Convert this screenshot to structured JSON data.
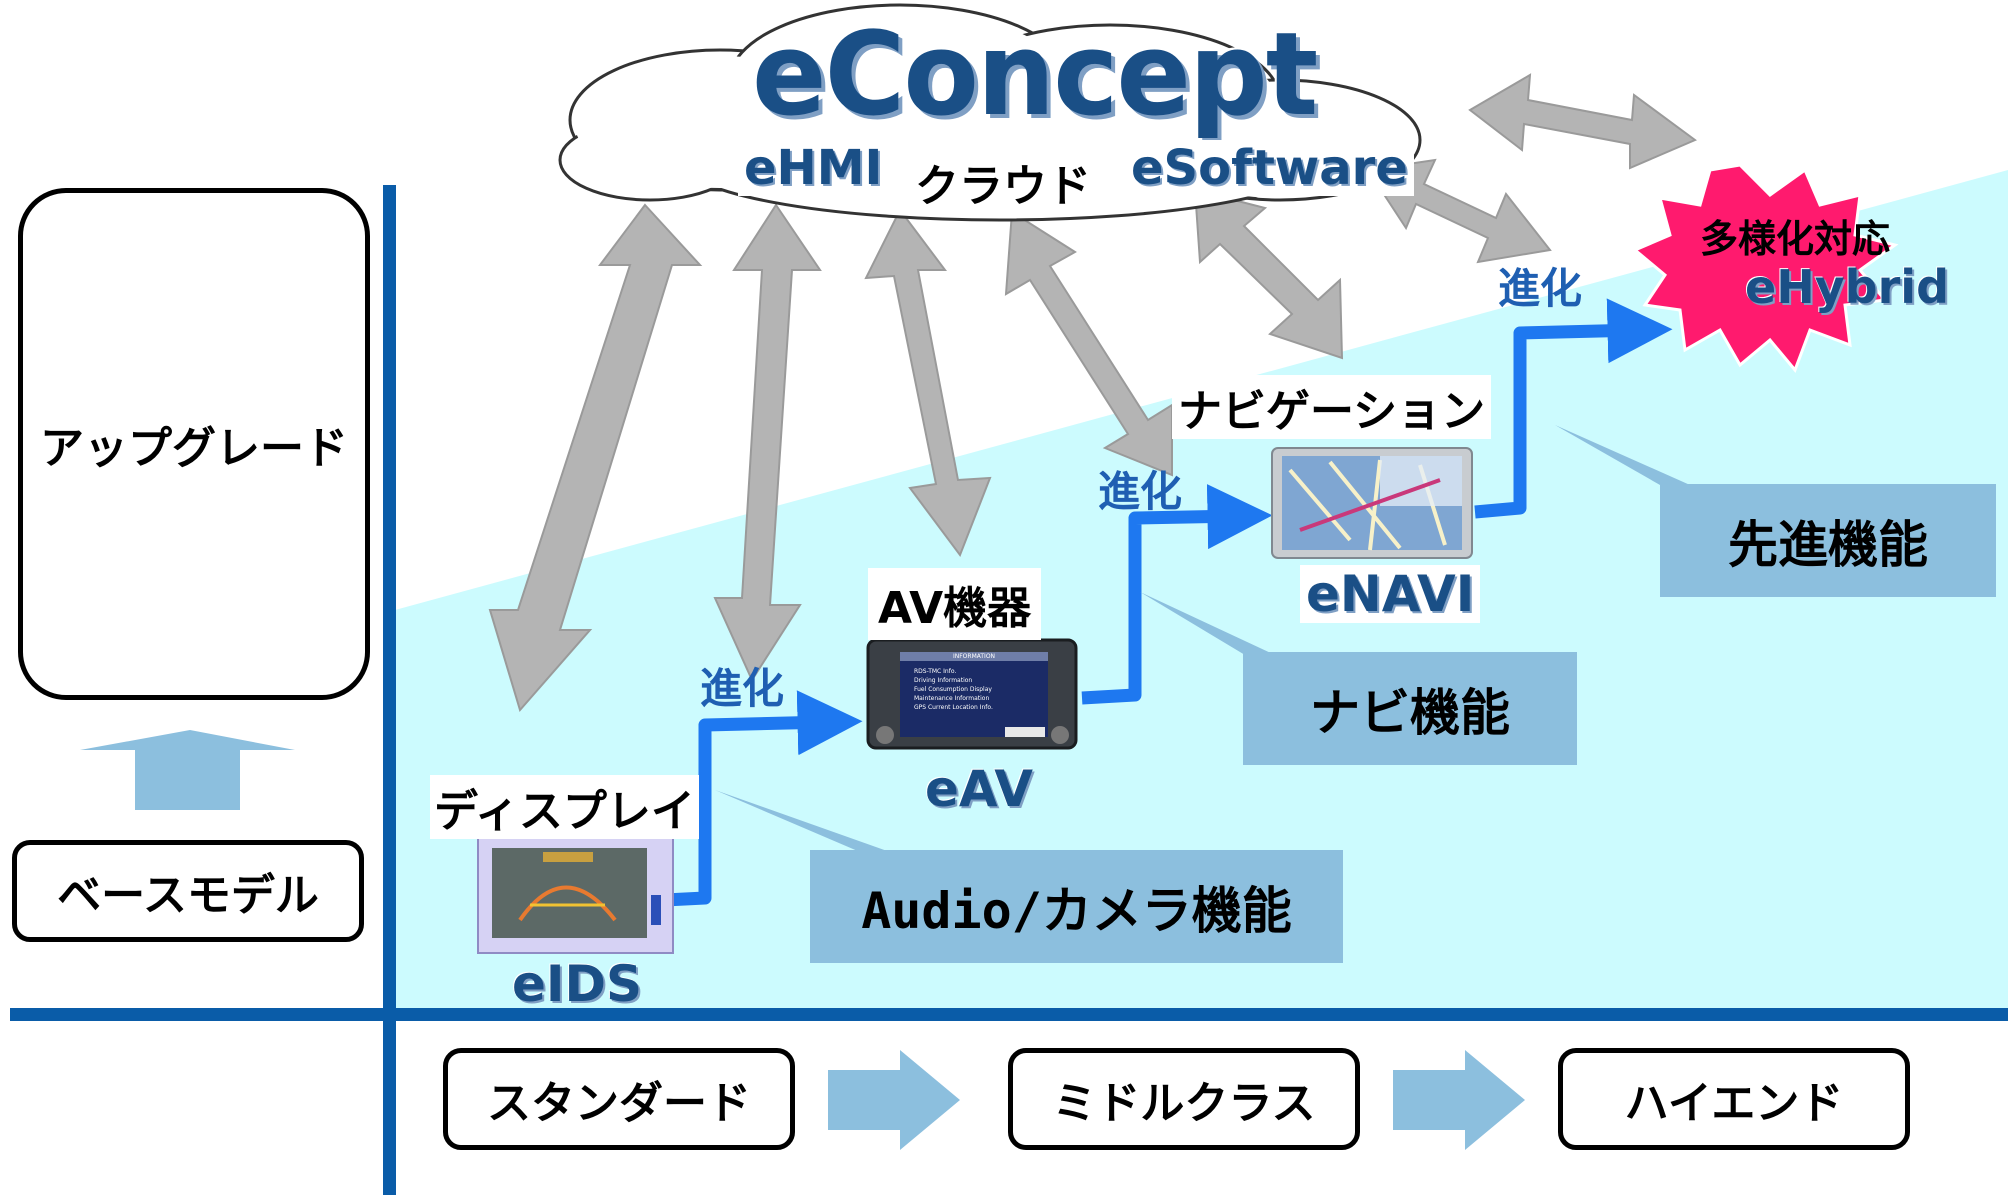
{
  "cloud": {
    "title": "eConcept",
    "center_label": "クラウド",
    "left_label": "eHMI",
    "right_label": "eSoftware"
  },
  "left_axis": {
    "top_label": "アップグレード",
    "bottom_label": "ベースモデル"
  },
  "bottom_axis": {
    "items": [
      "スタンダード",
      "ミドルクラス",
      "ハイエンド"
    ]
  },
  "products": {
    "display": {
      "title": "ディスプレイ",
      "code": "eIDS"
    },
    "av": {
      "title": "AV機器",
      "code": "eAV"
    },
    "navi": {
      "title": "ナビゲーション",
      "code": "eNAVI"
    },
    "hybrid": {
      "title": "多様化対応",
      "code": "eHybrid"
    }
  },
  "evolution_label": "進化",
  "feature_boxes": {
    "audio_camera": "Audio/カメラ機能",
    "navi": "ナビ機能",
    "advanced": "先進機能"
  },
  "av_screen": {
    "header": "INFORMATION",
    "items": [
      "RDS-TMC Info.",
      "Driving Information",
      "Fuel Consumption Display",
      "Maintenance Information",
      "GPS Current Location Info."
    ]
  },
  "colors": {
    "axis_blue": "#0a5ca8",
    "area_fill": "#ccfbfe",
    "evolution_arrow": "#1e78f0",
    "feature_box": "#8cbfde",
    "cloud_arrow": "#b4b4b4",
    "burst": "#ff1a6e"
  }
}
